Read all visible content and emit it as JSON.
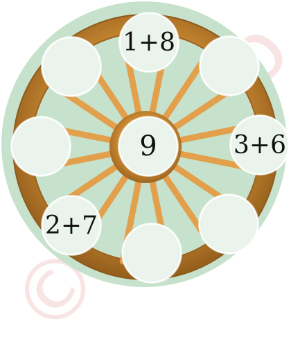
{
  "puzzle": {
    "center": "9",
    "slots": {
      "top": "1+8",
      "top_right": "",
      "right": "3+6",
      "bottom_right": "",
      "bottom": "",
      "bottom_left": "2+7",
      "left": "",
      "top_left": ""
    }
  },
  "colors": {
    "background_circle": "#c7e2cc",
    "bubble_fill": "#eaf3ec",
    "wheel_gold": "#c98a2e"
  },
  "decorations": {
    "image": "golden chariot wheel"
  }
}
